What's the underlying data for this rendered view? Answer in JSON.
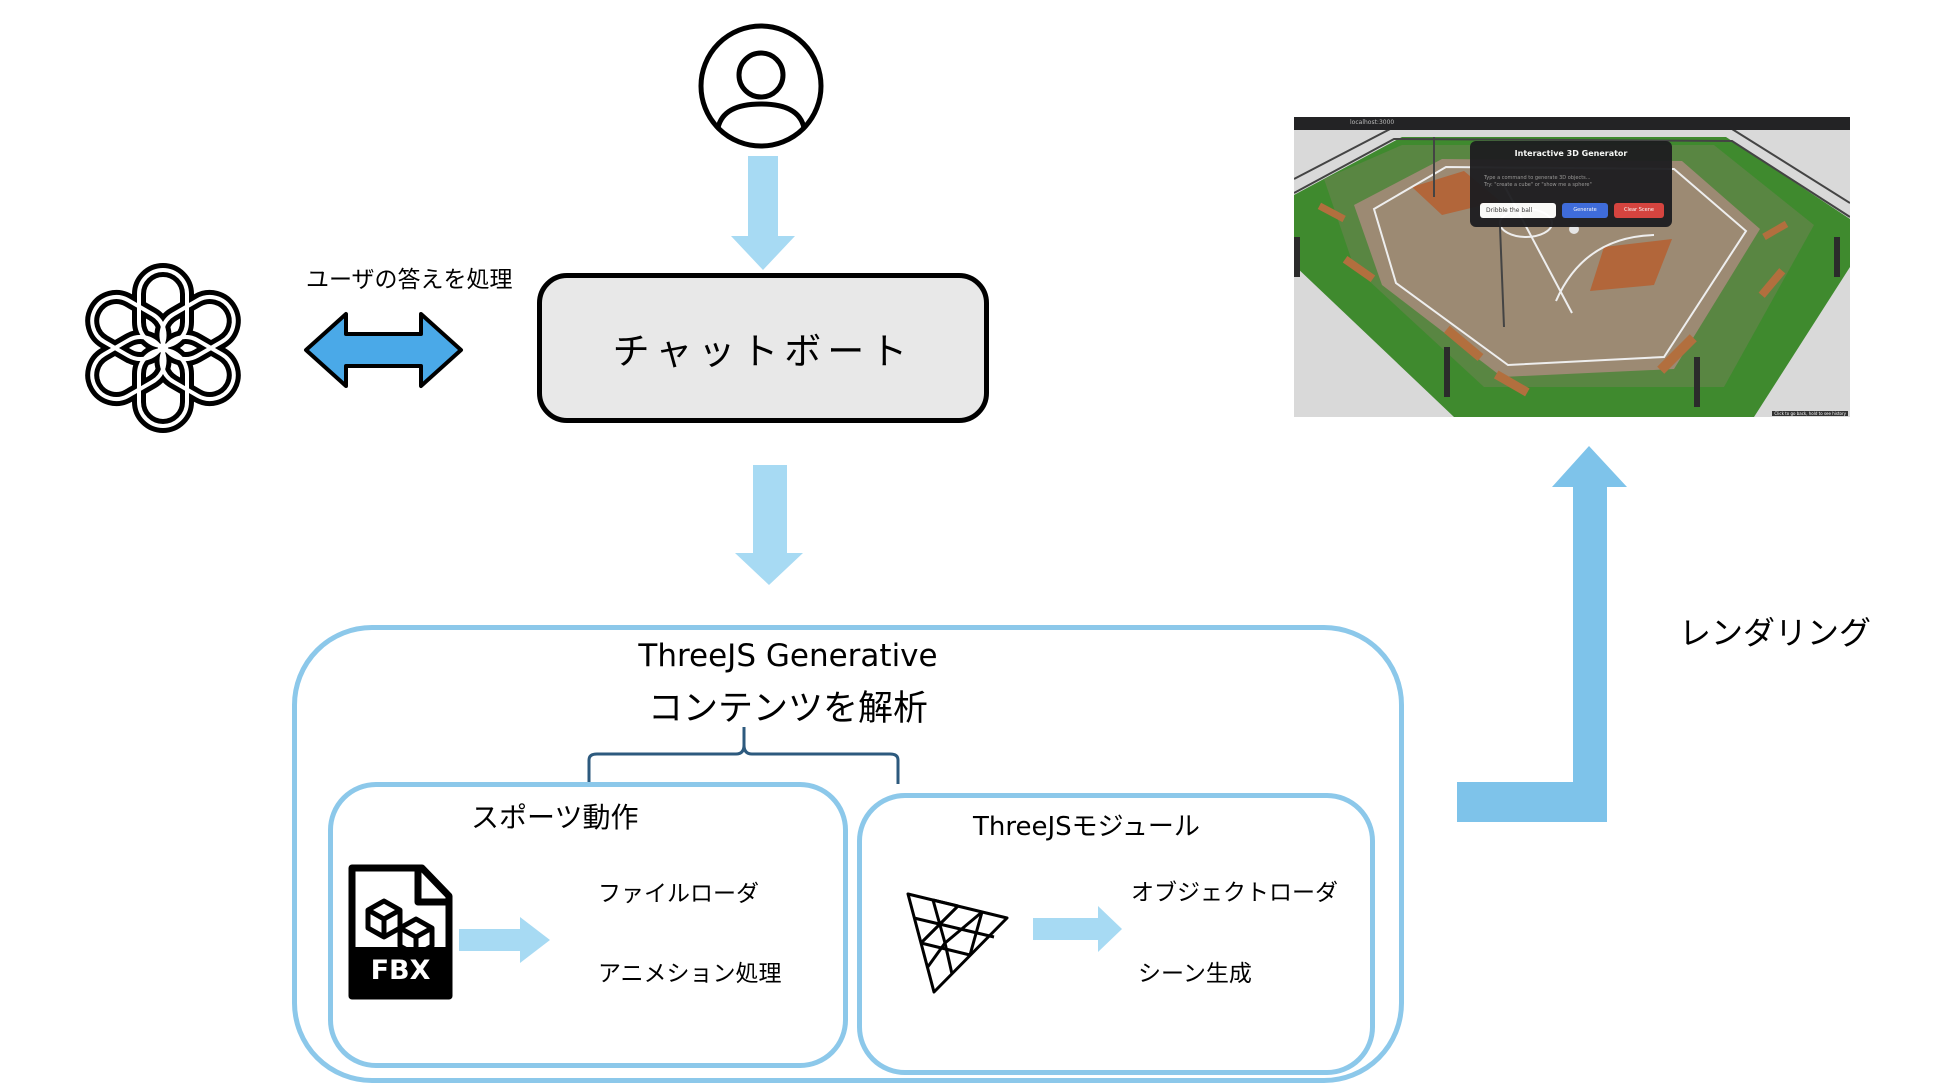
{
  "labels": {
    "user_answer_processing": "ユーザの答えを処理",
    "chatbot": "チャットボート",
    "rendering": "レンダリング",
    "generative_title_line1": "ThreeJS Generative",
    "generative_title_line2": "コンテンツを解析",
    "sports_motion": "スポーツ動作",
    "threejs_module": "ThreeJSモジュール",
    "file_loader": "ファイルローダ",
    "animation_processing": "アニメション処理",
    "object_loader": "オブジェクトローダ",
    "scene_generation": "シーン生成",
    "fbx": "FBX"
  },
  "screenshot": {
    "url": "localhost:3000",
    "panel_title": "Interactive 3D Generator",
    "panel_help_1": "Type a command to generate 3D objects...",
    "panel_help_2": "Try: \"create a cube\" or \"show me a sphere\"",
    "input_value": "Dribble the ball",
    "generate_label": "Generate",
    "clear_label": "Clear Scene",
    "footer_note": "Click to go back, hold to see history"
  },
  "colors": {
    "arrow_light_blue": "#a7daf3",
    "arrow_medium_blue": "#7ec3ea",
    "double_arrow_blue": "#4aa9e8",
    "box_border_blue": "#8cc8ea",
    "chatbot_fill": "#e8e8e8",
    "court_green": "#3f8a2e",
    "court_tan": "#9c8a73",
    "court_orange": "#b2663a",
    "generate_blue": "#3b6be0",
    "clear_red": "#d9413d"
  },
  "icons": {
    "user": "user-circle-icon",
    "openai": "openai-logo-icon",
    "fbx_file": "fbx-file-icon",
    "threejs": "threejs-logo-icon"
  }
}
